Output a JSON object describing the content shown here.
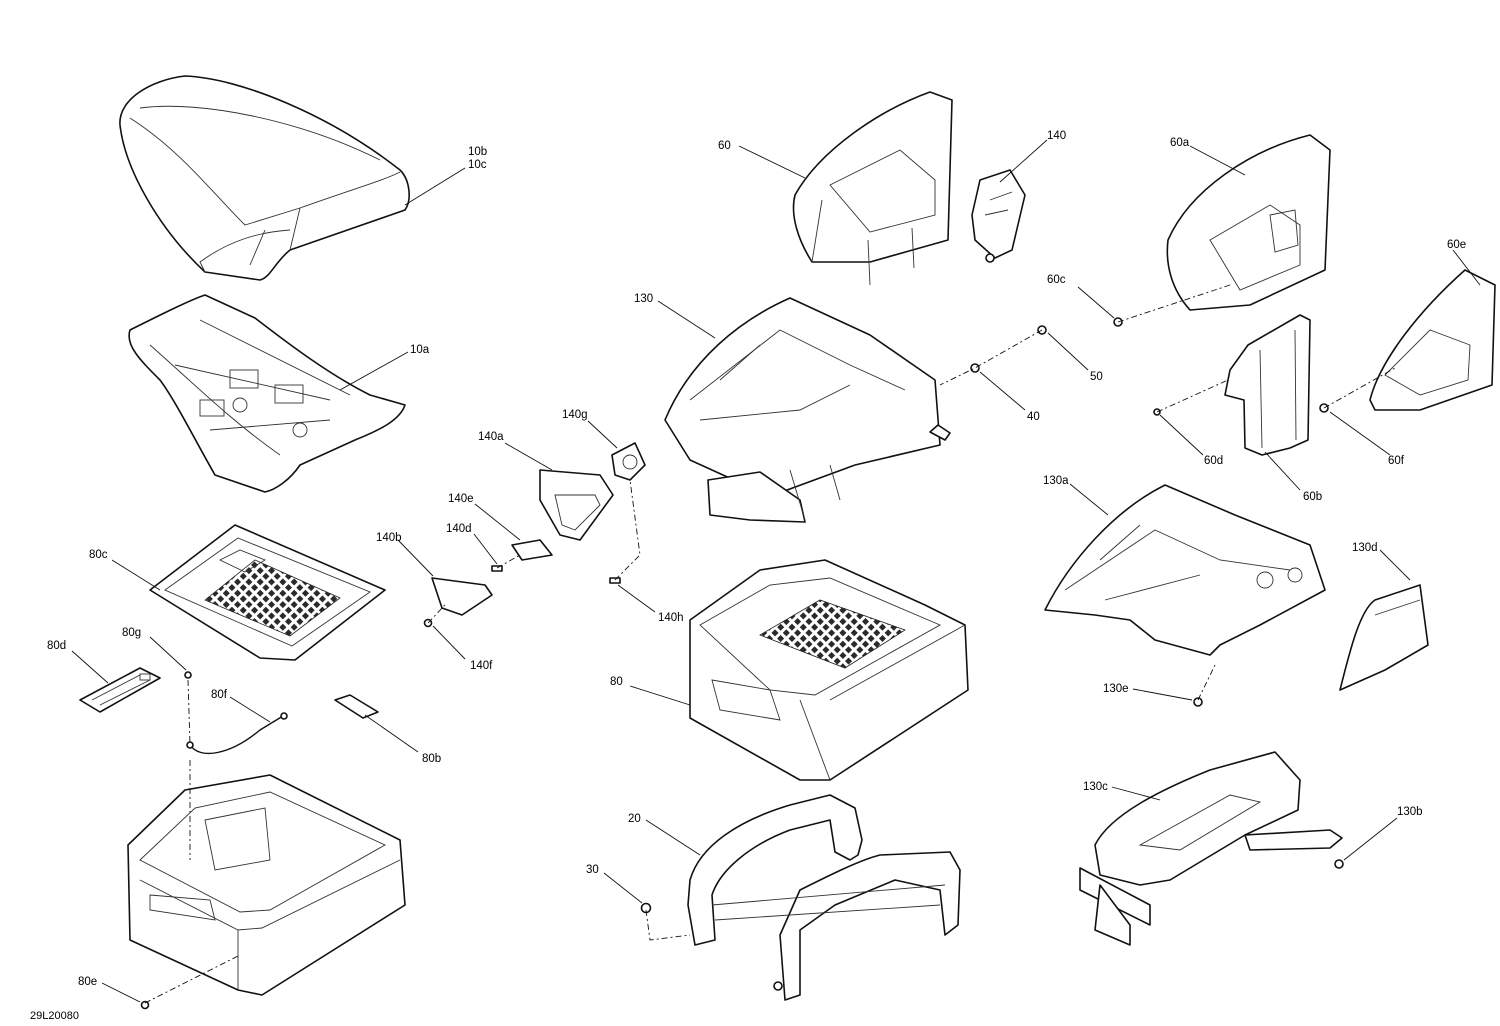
{
  "drawing_ref": "29L20080",
  "callouts": {
    "c10b": "10b",
    "c10c": "10c",
    "c10a": "10a",
    "c60": "60",
    "c140": "140",
    "c60a": "60a",
    "c60c": "60c",
    "c60e": "60e",
    "c130": "130",
    "c50": "50",
    "c40": "40",
    "c140g": "140g",
    "c140a": "140a",
    "c140e": "140e",
    "c140d": "140d",
    "c140b": "140b",
    "c140h": "140h",
    "c140f": "140f",
    "c80c": "80c",
    "c80g": "80g",
    "c80d": "80d",
    "c80f": "80f",
    "c80b": "80b",
    "c80": "80",
    "c80e": "80e",
    "c60d": "60d",
    "c60f": "60f",
    "c60b": "60b",
    "c130a": "130a",
    "c130d": "130d",
    "c130e": "130e",
    "c130c": "130c",
    "c130b": "130b",
    "c20": "20",
    "c30": "30"
  }
}
